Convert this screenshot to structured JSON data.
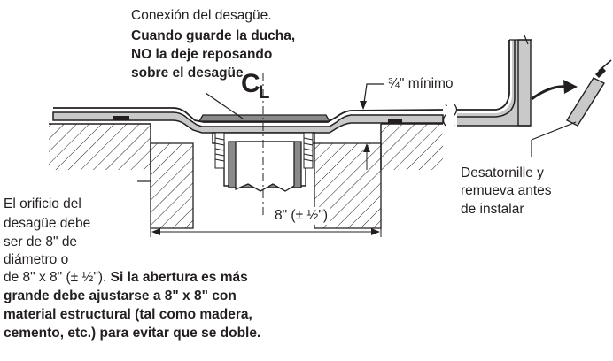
{
  "labels": {
    "drain_connection": "Conexión del desagüe.",
    "storage_warning_1": "Cuando guarde la ducha,",
    "storage_warning_2": "NO la deje reposando",
    "storage_warning_3": "sobre el desagüe",
    "centerline_c": "C",
    "centerline_l": "L",
    "min_dimension": "¾\" mínimo",
    "unscrew_1": "Desatornille y",
    "unscrew_2": "remueva antes",
    "unscrew_3": "de instalar",
    "hole_1": "El orificio del",
    "hole_2": "desagüe debe",
    "hole_3": "ser de 8\" de",
    "hole_4": "diámetro o",
    "hole_5a": "de 8\" x 8\" (± ½\"). ",
    "hole_5b": "Si la abertura es más",
    "hole_6": "grande debe ajustarse a 8\" x 8\" con",
    "hole_7": "material estructural (tal como madera,",
    "hole_8": "cemento, etc.) para evitar que se doble.",
    "width_dimension": "8\" (± ½\")"
  },
  "colors": {
    "ink": "#231f20",
    "pan_fill": "#c9c9c9",
    "dark_fill": "#8a8a8a"
  }
}
